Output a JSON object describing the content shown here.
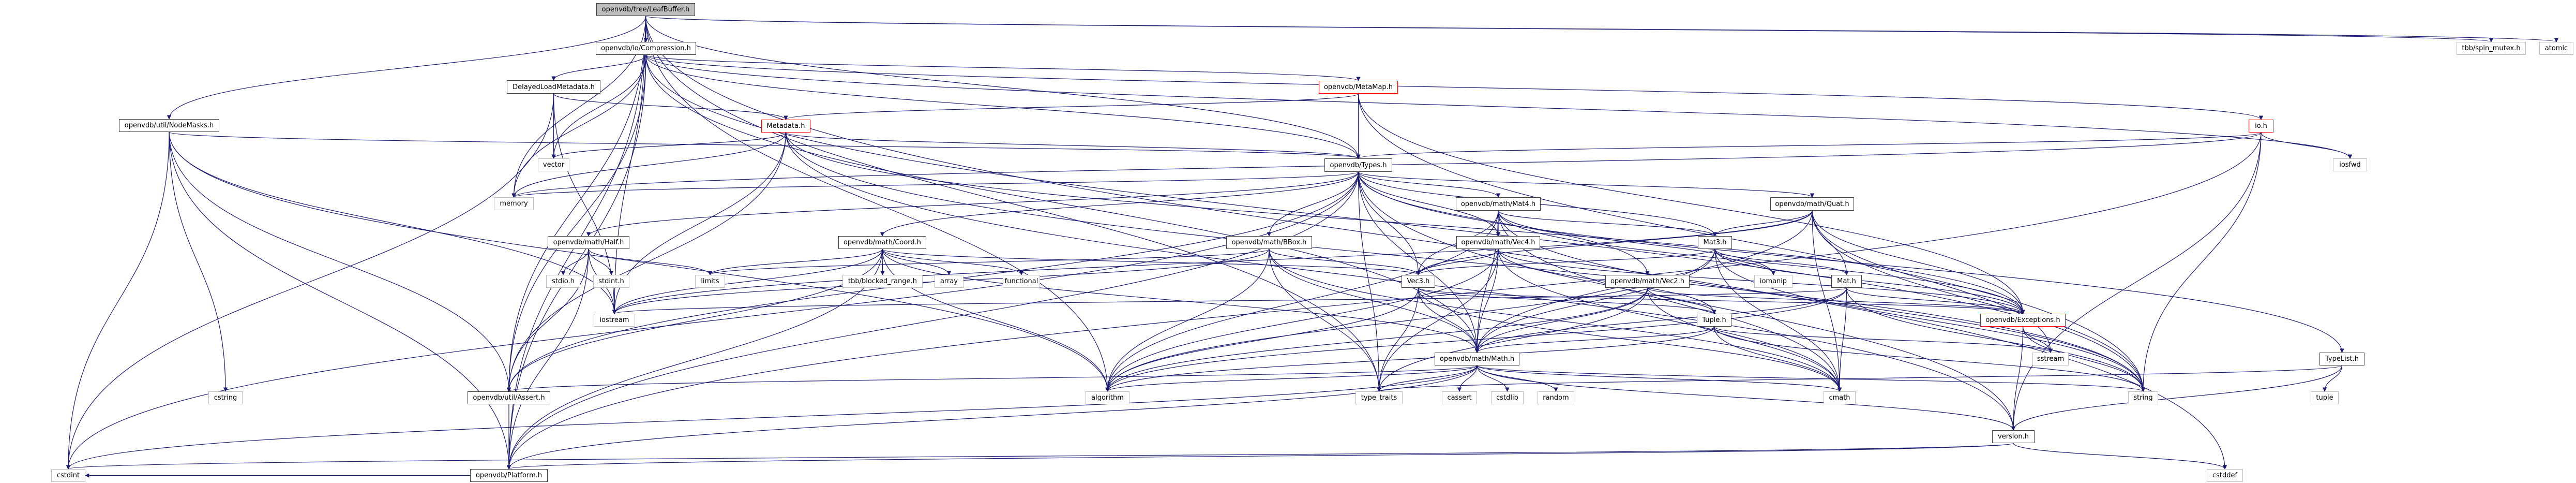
{
  "title": "openvdb/tree/LeafBuffer.h",
  "colors": {
    "edge": "#191970",
    "local_border": "#404040",
    "system_border": "#bfbfbf",
    "truncated_border": "#ff0000",
    "root_fill": "#bfbfbf"
  },
  "nodes": [
    {
      "id": "leafbuffer",
      "label": "openvdb/tree/LeafBuffer.h",
      "kind": "root"
    },
    {
      "id": "compression",
      "label": "openvdb/io/Compression.h",
      "kind": "local"
    },
    {
      "id": "delayedload",
      "label": "DelayedLoadMetadata.h",
      "kind": "local"
    },
    {
      "id": "nodemasks",
      "label": "openvdb/util/NodeMasks.h",
      "kind": "local"
    },
    {
      "id": "metamap",
      "label": "openvdb/MetaMap.h",
      "kind": "trunc"
    },
    {
      "id": "metadata",
      "label": "Metadata.h",
      "kind": "trunc"
    },
    {
      "id": "io",
      "label": "io.h",
      "kind": "trunc"
    },
    {
      "id": "spin_mutex",
      "label": "tbb/spin_mutex.h",
      "kind": "system"
    },
    {
      "id": "atomic",
      "label": "atomic",
      "kind": "system"
    },
    {
      "id": "vector",
      "label": "vector",
      "kind": "system"
    },
    {
      "id": "memory",
      "label": "memory",
      "kind": "system"
    },
    {
      "id": "iosfwd",
      "label": "iosfwd",
      "kind": "system"
    },
    {
      "id": "types",
      "label": "openvdb/Types.h",
      "kind": "local"
    },
    {
      "id": "mat4",
      "label": "openvdb/math/Mat4.h",
      "kind": "local"
    },
    {
      "id": "quat",
      "label": "openvdb/math/Quat.h",
      "kind": "local"
    },
    {
      "id": "half",
      "label": "openvdb/math/Half.h",
      "kind": "local"
    },
    {
      "id": "coord",
      "label": "openvdb/math/Coord.h",
      "kind": "local"
    },
    {
      "id": "bbox",
      "label": "openvdb/math/BBox.h",
      "kind": "local"
    },
    {
      "id": "vec4",
      "label": "openvdb/math/Vec4.h",
      "kind": "local"
    },
    {
      "id": "mat3",
      "label": "Mat3.h",
      "kind": "local"
    },
    {
      "id": "stdio",
      "label": "stdio.h",
      "kind": "system"
    },
    {
      "id": "stdint",
      "label": "stdint.h",
      "kind": "system"
    },
    {
      "id": "limits",
      "label": "limits",
      "kind": "system"
    },
    {
      "id": "blocked_range",
      "label": "tbb/blocked_range.h",
      "kind": "system"
    },
    {
      "id": "array",
      "label": "array",
      "kind": "system"
    },
    {
      "id": "functional",
      "label": "functional",
      "kind": "system"
    },
    {
      "id": "iomanip",
      "label": "iomanip",
      "kind": "system"
    },
    {
      "id": "mat",
      "label": "Mat.h",
      "kind": "local"
    },
    {
      "id": "vec3",
      "label": "Vec3.h",
      "kind": "local"
    },
    {
      "id": "vec2",
      "label": "openvdb/math/Vec2.h",
      "kind": "local"
    },
    {
      "id": "iostream",
      "label": "iostream",
      "kind": "system"
    },
    {
      "id": "exceptions",
      "label": "openvdb/Exceptions.h",
      "kind": "trunc"
    },
    {
      "id": "tuple_h",
      "label": "Tuple.h",
      "kind": "local"
    },
    {
      "id": "math",
      "label": "openvdb/math/Math.h",
      "kind": "local"
    },
    {
      "id": "sstream",
      "label": "sstream",
      "kind": "system"
    },
    {
      "id": "typelist",
      "label": "TypeList.h",
      "kind": "local"
    },
    {
      "id": "tuple",
      "label": "tuple",
      "kind": "system"
    },
    {
      "id": "assert",
      "label": "openvdb/util/Assert.h",
      "kind": "local"
    },
    {
      "id": "cstring",
      "label": "cstring",
      "kind": "system"
    },
    {
      "id": "cstdint",
      "label": "cstdint",
      "kind": "system"
    },
    {
      "id": "platform",
      "label": "openvdb/Platform.h",
      "kind": "local"
    },
    {
      "id": "algorithm",
      "label": "algorithm",
      "kind": "system"
    },
    {
      "id": "type_traits",
      "label": "type_traits",
      "kind": "system"
    },
    {
      "id": "cassert",
      "label": "cassert",
      "kind": "system"
    },
    {
      "id": "cstdlib",
      "label": "cstdlib",
      "kind": "system"
    },
    {
      "id": "random",
      "label": "random",
      "kind": "system"
    },
    {
      "id": "cmath",
      "label": "cmath",
      "kind": "system"
    },
    {
      "id": "string",
      "label": "string",
      "kind": "system"
    },
    {
      "id": "version",
      "label": "version.h",
      "kind": "local"
    },
    {
      "id": "cstddef",
      "label": "cstddef",
      "kind": "system"
    }
  ],
  "edges": [
    [
      "leafbuffer",
      "compression"
    ],
    [
      "leafbuffer",
      "nodemasks"
    ],
    [
      "leafbuffer",
      "types"
    ],
    [
      "leafbuffer",
      "assert"
    ],
    [
      "leafbuffer",
      "platform"
    ],
    [
      "leafbuffer",
      "memory"
    ],
    [
      "leafbuffer",
      "algorithm"
    ],
    [
      "leafbuffer",
      "type_traits"
    ],
    [
      "leafbuffer",
      "spin_mutex"
    ],
    [
      "leafbuffer",
      "atomic"
    ],
    [
      "leafbuffer",
      "cstddef"
    ],
    [
      "leafbuffer",
      "iostream"
    ],
    [
      "compression",
      "delayedload"
    ],
    [
      "compression",
      "metamap"
    ],
    [
      "compression",
      "types"
    ],
    [
      "compression",
      "math"
    ],
    [
      "compression",
      "io"
    ],
    [
      "compression",
      "assert"
    ],
    [
      "compression",
      "platform"
    ],
    [
      "compression",
      "memory"
    ],
    [
      "compression",
      "vector"
    ],
    [
      "compression",
      "string"
    ],
    [
      "compression",
      "iosfwd"
    ],
    [
      "delayedload",
      "metadata"
    ],
    [
      "delayedload",
      "vector"
    ],
    [
      "delayedload",
      "cstdint"
    ],
    [
      "delayedload",
      "iostream"
    ],
    [
      "metamap",
      "metadata"
    ],
    [
      "metamap",
      "types"
    ],
    [
      "metamap",
      "exceptions"
    ],
    [
      "metamap",
      "string"
    ],
    [
      "metadata",
      "types"
    ],
    [
      "metadata",
      "vector"
    ],
    [
      "metadata",
      "memory"
    ],
    [
      "metadata",
      "iostream"
    ],
    [
      "metadata",
      "exceptions"
    ],
    [
      "metadata",
      "string"
    ],
    [
      "metadata",
      "assert"
    ],
    [
      "metadata",
      "version"
    ],
    [
      "io",
      "types"
    ],
    [
      "io",
      "iosfwd"
    ],
    [
      "io",
      "string"
    ],
    [
      "io",
      "version"
    ],
    [
      "io",
      "platform"
    ],
    [
      "io",
      "memory"
    ],
    [
      "nodemasks",
      "types"
    ],
    [
      "nodemasks",
      "cstdint"
    ],
    [
      "nodemasks",
      "cstring"
    ],
    [
      "nodemasks",
      "assert"
    ],
    [
      "nodemasks",
      "platform"
    ],
    [
      "nodemasks",
      "algorithm"
    ],
    [
      "nodemasks",
      "iostream"
    ],
    [
      "types",
      "version"
    ],
    [
      "types",
      "platform"
    ],
    [
      "types",
      "half"
    ],
    [
      "types",
      "coord"
    ],
    [
      "types",
      "bbox"
    ],
    [
      "types",
      "mat4"
    ],
    [
      "types",
      "quat"
    ],
    [
      "types",
      "vec2"
    ],
    [
      "types",
      "vec3"
    ],
    [
      "types",
      "vec4"
    ],
    [
      "types",
      "math"
    ],
    [
      "types",
      "mat3"
    ],
    [
      "types",
      "memory"
    ],
    [
      "types",
      "type_traits"
    ],
    [
      "types",
      "typelist"
    ],
    [
      "types",
      "cstdint"
    ],
    [
      "types",
      "assert"
    ],
    [
      "mat4",
      "vec4"
    ],
    [
      "mat4",
      "vec3"
    ],
    [
      "mat4",
      "mat3"
    ],
    [
      "mat4",
      "math"
    ],
    [
      "mat4",
      "exceptions"
    ],
    [
      "mat4",
      "algorithm"
    ],
    [
      "mat4",
      "iomanip"
    ],
    [
      "mat4",
      "cmath"
    ],
    [
      "mat4",
      "string"
    ],
    [
      "quat",
      "mat3"
    ],
    [
      "quat",
      "mat"
    ],
    [
      "quat",
      "math"
    ],
    [
      "quat",
      "vec3"
    ],
    [
      "quat",
      "exceptions"
    ],
    [
      "quat",
      "cmath"
    ],
    [
      "quat",
      "iostream"
    ],
    [
      "quat",
      "sstream"
    ],
    [
      "quat",
      "string"
    ],
    [
      "half",
      "stdio"
    ],
    [
      "half",
      "stdint"
    ],
    [
      "half",
      "limits"
    ],
    [
      "half",
      "iostream"
    ],
    [
      "half",
      "platform"
    ],
    [
      "half",
      "assert"
    ],
    [
      "coord",
      "blocked_range"
    ],
    [
      "coord",
      "array"
    ],
    [
      "coord",
      "functional"
    ],
    [
      "coord",
      "limits"
    ],
    [
      "coord",
      "iostream"
    ],
    [
      "coord",
      "math"
    ],
    [
      "coord",
      "vec3"
    ],
    [
      "coord",
      "platform"
    ],
    [
      "coord",
      "assert"
    ],
    [
      "coord",
      "algorithm"
    ],
    [
      "bbox",
      "vec3"
    ],
    [
      "bbox",
      "math"
    ],
    [
      "bbox",
      "algorithm"
    ],
    [
      "bbox",
      "type_traits"
    ],
    [
      "bbox",
      "iostream"
    ],
    [
      "bbox",
      "limits"
    ],
    [
      "bbox",
      "cmath"
    ],
    [
      "vec4",
      "vec3"
    ],
    [
      "vec4",
      "math"
    ],
    [
      "vec4",
      "tuple_h"
    ],
    [
      "vec4",
      "exceptions"
    ],
    [
      "vec4",
      "algorithm"
    ],
    [
      "vec4",
      "type_traits"
    ],
    [
      "vec4",
      "cmath"
    ],
    [
      "mat3",
      "mat"
    ],
    [
      "mat3",
      "vec3"
    ],
    [
      "mat3",
      "math"
    ],
    [
      "mat3",
      "exceptions"
    ],
    [
      "mat3",
      "iomanip"
    ],
    [
      "mat3",
      "cmath"
    ],
    [
      "mat3",
      "algorithm"
    ],
    [
      "mat3",
      "string"
    ],
    [
      "mat",
      "math"
    ],
    [
      "mat",
      "exceptions"
    ],
    [
      "mat",
      "cmath"
    ],
    [
      "mat",
      "algorithm"
    ],
    [
      "mat",
      "string"
    ],
    [
      "mat",
      "iostream"
    ],
    [
      "vec3",
      "math"
    ],
    [
      "vec3",
      "tuple_h"
    ],
    [
      "vec3",
      "exceptions"
    ],
    [
      "vec3",
      "algorithm"
    ],
    [
      "vec3",
      "type_traits"
    ],
    [
      "vec3",
      "cmath"
    ],
    [
      "vec2",
      "math"
    ],
    [
      "vec2",
      "tuple_h"
    ],
    [
      "vec2",
      "exceptions"
    ],
    [
      "vec2",
      "algorithm"
    ],
    [
      "vec2",
      "type_traits"
    ],
    [
      "vec2",
      "cmath"
    ],
    [
      "tuple_h",
      "math"
    ],
    [
      "tuple_h",
      "cmath"
    ],
    [
      "tuple_h",
      "sstream"
    ],
    [
      "tuple_h",
      "string"
    ],
    [
      "tuple_h",
      "algorithm"
    ],
    [
      "math",
      "platform"
    ],
    [
      "math",
      "assert"
    ],
    [
      "math",
      "version"
    ],
    [
      "math",
      "algorithm"
    ],
    [
      "math",
      "type_traits"
    ],
    [
      "math",
      "cassert"
    ],
    [
      "math",
      "cstdlib"
    ],
    [
      "math",
      "random"
    ],
    [
      "math",
      "cmath"
    ],
    [
      "math",
      "string"
    ],
    [
      "math",
      "cstdint"
    ],
    [
      "exceptions",
      "version"
    ],
    [
      "exceptions",
      "sstream"
    ],
    [
      "exceptions",
      "string"
    ],
    [
      "typelist",
      "version"
    ],
    [
      "typelist",
      "tuple"
    ],
    [
      "typelist",
      "type_traits"
    ],
    [
      "version",
      "platform"
    ],
    [
      "version",
      "cstddef"
    ],
    [
      "version",
      "cstdint"
    ],
    [
      "assert",
      "platform"
    ],
    [
      "platform",
      "cstdint"
    ]
  ]
}
